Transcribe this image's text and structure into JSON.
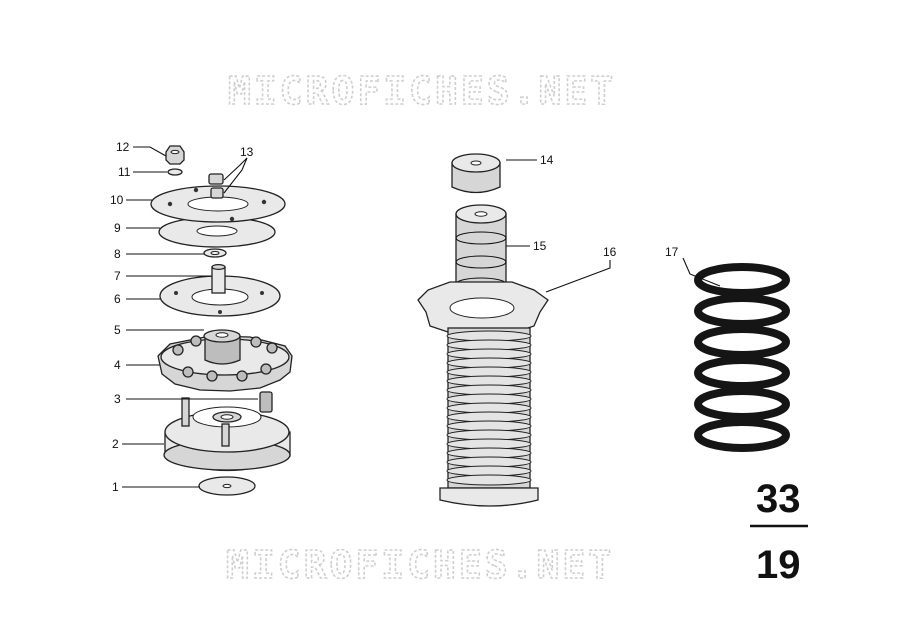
{
  "watermark": "MICROFICHES.NET",
  "labels": [
    "1",
    "2",
    "3",
    "4",
    "5",
    "6",
    "7",
    "8",
    "9",
    "10",
    "11",
    "12",
    "13",
    "14",
    "15",
    "16",
    "17"
  ],
  "group_number": "33",
  "page_number": "19"
}
